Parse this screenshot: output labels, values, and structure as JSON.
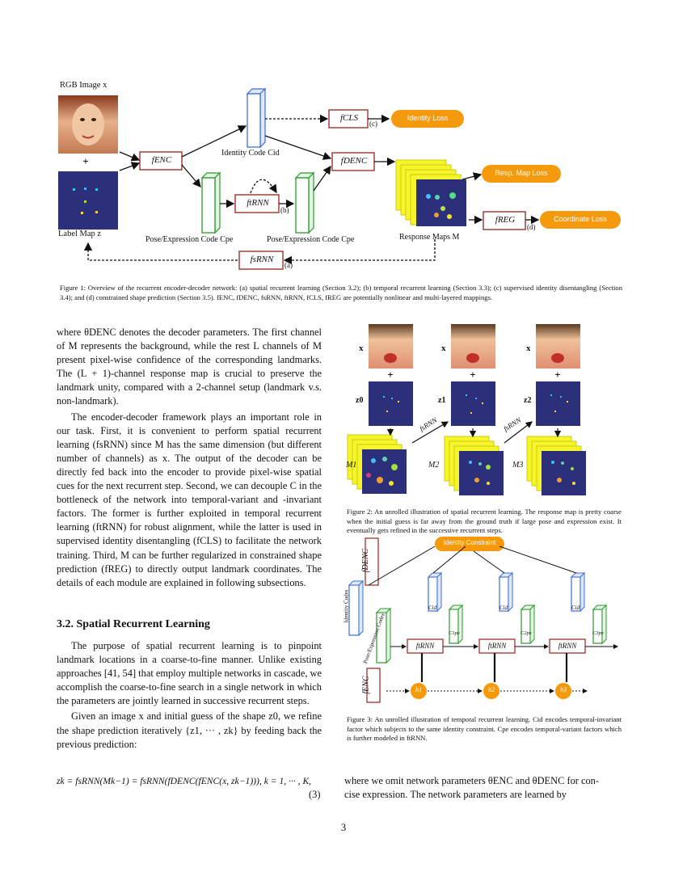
{
  "fig1": {
    "rgb_label": "RGB Image x",
    "label_map_label": "Label Map z",
    "plus": "+",
    "f_enc": "fENC",
    "f_cls": "fCLS",
    "f_denc": "fDENC",
    "f_trnn": "ftRNN",
    "f_srnn": "fsRNN",
    "f_reg": "fREG",
    "identity_code": "Identity Code Cid",
    "pose_code_1": "Pose/Expression Code Cpe",
    "pose_code_2": "Pose/Expression Code Cpe",
    "response_maps": "Response Maps M",
    "identity_loss": "Identity Loss",
    "resp_map_loss": "Resp. Map Loss",
    "coordinate_loss": "Coordinate Loss",
    "tag_a": "(a)",
    "tag_b": "(b)",
    "tag_c": "(c)",
    "tag_d": "(d)",
    "caption": "Figure 1: Overview of the recurrent encoder-decoder network: (a) spatial recurrent learning (Section 3.2); (b) temporal recurrent learning (Section 3.3); (c) supervised identity disentangling (Section 3.4); and (d) constrained shape prediction (Section 3.5). fENC, fDENC, fsRNN, ftRNN, fCLS, fREG are potentially nonlinear and multi-layered mappings."
  },
  "fig2": {
    "x_label": "x",
    "z_labels": [
      "z0",
      "z1",
      "z2"
    ],
    "m_labels": [
      "M1",
      "M2",
      "M3"
    ],
    "srnn_label": "fsRNN",
    "caption": "Figure 2: An unrolled illustration of spatial recurrent learning. The response map is pretty coarse when the initial guess is far away from the ground truth if large pose and expression exist. It eventually gets refined in the successive recurrent steps."
  },
  "fig3": {
    "identity_constraint": "Identity Constraint",
    "f_denc": "fDENC",
    "f_enc": "fENC",
    "identity_codes": "Identity Codes",
    "pose_codes": "Pose/Expression Codes",
    "cid": "Cid",
    "cpe": [
      "C1pe",
      "C2pe",
      "C3pe"
    ],
    "f_trnn": "ftRNN",
    "h": [
      "h1",
      "h2",
      "h3"
    ],
    "caption": "Figure 3: An unrolled illustration of temporal recurrent learning. Cid encodes temporal-invariant factor which subjects to the same identity constraint. Cpe encodes temporal-variant factors which is further modeled in ftRNN."
  },
  "left_column": {
    "para1": "where θDENC denotes the decoder parameters. The first channel of M represents the background, while the rest L channels of M present pixel-wise confidence of the corresponding landmarks. The (L + 1)-channel response map is crucial to preserve the landmark unity, compared with a 2-channel setup (landmark v.s. non-landmark).",
    "para2": "The encoder-decoder framework plays an important role in our task. First, it is convenient to perform spatial recurrent learning (fsRNN) since M has the same dimension (but different number of channels) as x. The output of the decoder can be directly fed back into the encoder to provide pixel-wise spatial cues for the next recurrent step. Second, we can decouple C in the bottleneck of the network into temporal-variant and -invariant factors. The former is further exploited in temporal recurrent learning (ftRNN) for robust alignment, while the latter is used in supervised identity disentangling (fCLS) to facilitate the network training. Third, M can be further regularized in constrained shape prediction (fREG) to directly output landmark coordinates. The details of each module are explained in following subsections.",
    "section_heading": "3.2. Spatial Recurrent Learning",
    "para3": "The purpose of spatial recurrent learning is to pinpoint landmark locations in a coarse-to-fine manner. Unlike existing approaches [41, 54] that employ multiple networks in cascade, we accomplish the coarse-to-fine search in a single network in which the parameters are jointly learned in successive recurrent steps.",
    "para4": "Given an image x and initial guess of the shape z0, we refine the shape prediction iteratively {z1, ··· , zk} by feeding back the previous prediction:"
  },
  "equation": {
    "text": "zk = fsRNN(Mk−1) = fsRNN(fDENC(fENC(x, zk−1))), k = 1, ··· , K,",
    "number": "(3)"
  },
  "right_continuation": {
    "line1": "where we omit network parameters θENC and θDENC for con-",
    "line2": "cise expression. The network parameters are learned by"
  },
  "page_number": "3",
  "colors": {
    "orange": "#f59a0c",
    "dark_red": "#a0322c",
    "blue_code": "#3b6fd8",
    "green_code": "#2a9a2a",
    "map_navy": "#2c2f7a",
    "map_yellow": "#f5f52a"
  }
}
